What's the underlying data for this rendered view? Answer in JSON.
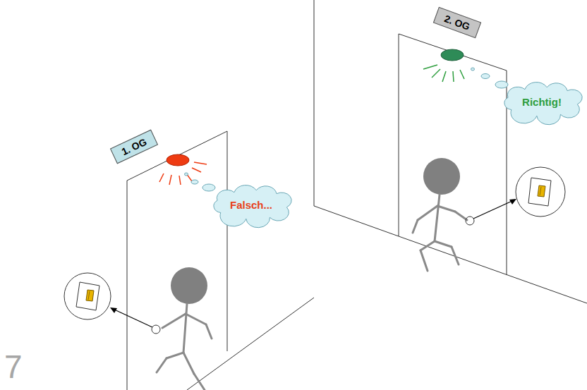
{
  "diagram": {
    "nodes": [
      {
        "text": [
          "1. OG"
        ]
      },
      {
        "text": [
          "Falsch..."
        ]
      },
      {
        "text": [
          "2. OG"
        ]
      },
      {
        "text": [
          "Richtig!"
        ]
      }
    ],
    "labels": [
      "7"
    ]
  }
}
